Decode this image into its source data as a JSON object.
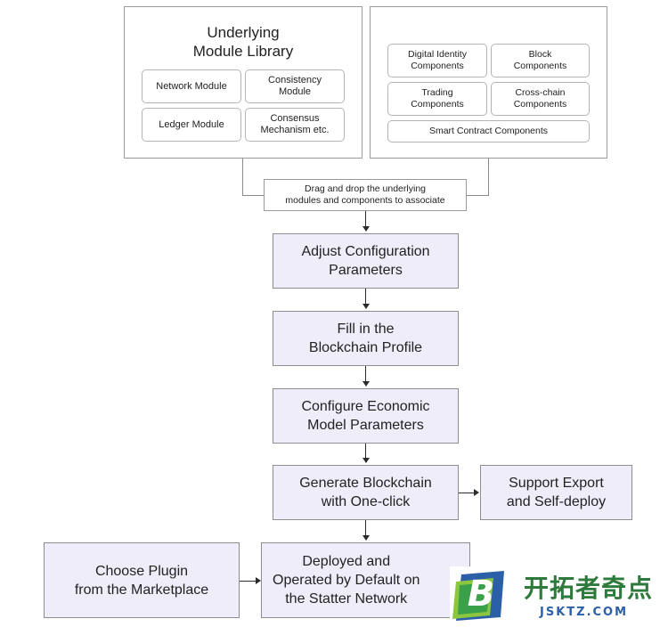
{
  "library": {
    "title": "Underlying\nModule Library",
    "modules": [
      "Network Module",
      "Consistency\nModule",
      "Ledger Module",
      "Consensus\nMechanism etc."
    ]
  },
  "components": {
    "items": [
      "Digital Identity\nComponents",
      "Block\nComponents",
      "Trading\nComponents",
      "Cross-chain\nComponents",
      "Smart Contract Components"
    ]
  },
  "drag_label": "Drag and drop the underlying\nmodules and components to associate",
  "steps": {
    "adjust": "Adjust Configuration\nParameters",
    "profile": "Fill in the\nBlockchain Profile",
    "economic": "Configure Economic\nModel Parameters",
    "generate": "Generate Blockchain\nwith One-click",
    "export": "Support Export\nand Self-deploy",
    "plugin": "Choose Plugin\nfrom the Marketplace",
    "deployed": "Deployed and\nOperated by Default on\nthe Statter Network"
  },
  "watermark": {
    "letter": "B",
    "cn": "开拓者奇点",
    "en": "JSKTZ.COM",
    "colors": {
      "green": "#2e7a3c",
      "blue": "#2b5fa8",
      "lime": "#8cc63f"
    }
  }
}
